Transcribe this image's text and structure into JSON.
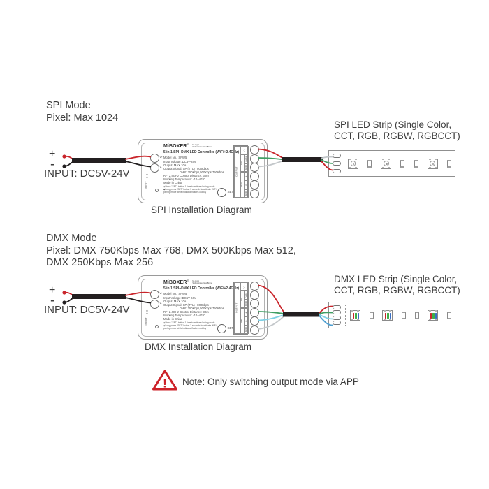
{
  "colors": {
    "text": "#3d3d3d",
    "wire_red": "#c9252b",
    "wire_black": "#231f20",
    "wire_green": "#3f9e63",
    "wire_gray": "#c3c7ca",
    "wire_cyan": "#7fd0e4",
    "wire_blue": "#4e9fd1",
    "warning": "#cc2229",
    "chip_red": "#c9252b",
    "chip_green": "#3fae49",
    "chip_blue": "#3a6fc4"
  },
  "spi_section": {
    "mode_title": "SPI Mode",
    "pixel_info": "Pixel: Max 1024",
    "plus": "+",
    "minus": "-",
    "input_label": "INPUT: DC5V-24V",
    "strip_label_line1": "SPI LED Strip (Single Color,",
    "strip_label_line2": "CCT, RGB, RGBW, RGBCCT)",
    "caption": "SPI Installation Diagram"
  },
  "dmx_section": {
    "mode_title": "DMX Mode",
    "pixel_info_line1": "Pixel: DMX 750Kbps Max 768, DMX 500Kbps Max 512,",
    "pixel_info_line2": "DMX 250Kbps Max 256",
    "plus": "+",
    "minus": "-",
    "input_label": "INPUT: DC5V-24V",
    "strip_label_line1": "DMX LED Strip (Single Color,",
    "strip_label_line2": "CCT, RGB, RGBW, RGBCCT)",
    "caption": "DMX Installation Diagram"
  },
  "controller": {
    "brand": "MiBOXER",
    "brand_reg": "®",
    "brand_tagline_line1": "Mi-Light",
    "brand_tagline_line2": "Subordinate New Brand",
    "title": "5 in 1 SPI+DMX LED Controller (WiFi+2.4GHz)",
    "specs": [
      "Model No.: SPW5",
      "Input Voltage: DC5V-24V",
      "Output: MAX 10A",
      "Output Signal: SPI(TTL) : 800Kbps",
      "DMX: 250Kbps,500Kbps,750Kbps",
      "RF: 2.4GHz  Control Distance: 30m",
      "Working Temperature: -10~40°C",
      "Made in China"
    ],
    "note_bullet": "◆",
    "notes": [
      "Press \"SET\" button 1 time to activate linking mode",
      "Long press \"SET\" button 3 seconds to activate WiFi pairing mode while indicator flashes quickly"
    ],
    "set_label": "SET",
    "input_plus_label": "V+",
    "input_minus_label": "V-",
    "polarity_plus": "⊕",
    "polarity_minus": "⊖",
    "input_block_label": "INPUT",
    "output_label": "OUTPUT",
    "spi_group_label": "SPI",
    "dmx_group_label": "DMX",
    "terminal_labels": [
      "V+",
      "DATA",
      "GND",
      "A",
      "B",
      "GND"
    ]
  },
  "strips": {
    "spi": {
      "pad_count": 3,
      "type": "mono",
      "sequence": [
        "led",
        "res",
        "led",
        "res",
        "res",
        "led",
        "res"
      ]
    },
    "dmx": {
      "pad_count": 4,
      "type": "rgb",
      "sequence": [
        "led",
        "res",
        "led",
        "res",
        "res",
        "led",
        "res"
      ]
    }
  },
  "note": {
    "warning_mark": "!",
    "text": "Note: Only switching output mode via APP"
  }
}
